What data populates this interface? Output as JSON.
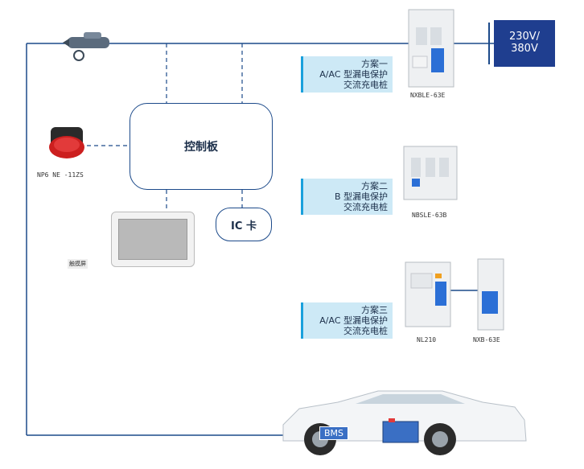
{
  "voltage": {
    "line1": "230V/",
    "line2": "380V"
  },
  "controller": {
    "label": "控制板"
  },
  "ic_card": {
    "label": "IC 卡"
  },
  "screen": {
    "label": "触摸屏"
  },
  "emergency_stop": {
    "model": "NP6 NE -11ZS"
  },
  "bms": {
    "label": "BMS"
  },
  "schemes": [
    {
      "title": "方案一",
      "line2": "A/AC 型漏电保护",
      "line3": "交流充电桩",
      "model": "NXBLE-63E"
    },
    {
      "title": "方案二",
      "line2": "B 型漏电保护",
      "line3": "交流充电桩",
      "model": "NBSLE-63B"
    },
    {
      "title": "方案三",
      "line2": "A/AC 型漏电保护",
      "line3": "交流充电桩",
      "models": [
        "NL210",
        "NXB-63E"
      ]
    }
  ],
  "colors": {
    "line": "#1c4a8a",
    "accent": "#1aa0dc",
    "label_bg": "#cde9f6",
    "voltage_bg": "#1f3e8f"
  }
}
